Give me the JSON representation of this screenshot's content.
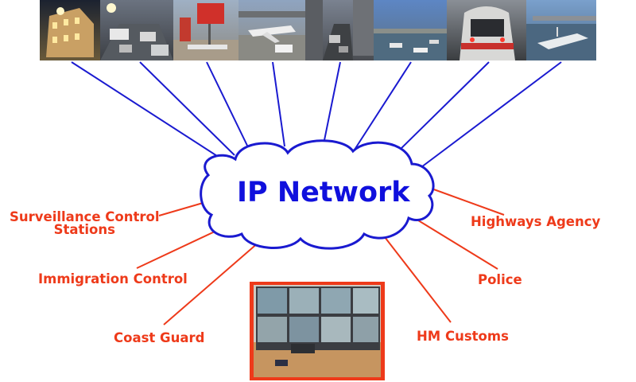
{
  "network": {
    "title": "IP Network"
  },
  "camera_strip": {
    "photos": [
      "lit-building-night-photo",
      "street-traffic-photo",
      "red-signpost-road-photo",
      "airport-aircraft-photo",
      "city-street-photo",
      "harbour-boats-photo",
      "underground-train-photo",
      "marina-boats-photo"
    ]
  },
  "agencies": {
    "surveillance": "Surveillance Control\nStations",
    "immigration": "Immigration Control",
    "coast_guard": "Coast Guard",
    "highways": "Highways Agency",
    "police": "Police",
    "customs": "HM Customs"
  },
  "control_room_photo": {
    "icon": "cctv-control-room-photo"
  },
  "colors": {
    "network_text": "#1010dd",
    "camera_links": "#1a1ad0",
    "agency_links": "#ee3a1a",
    "agency_text": "#ee3a1a",
    "photo_frame": "#ee3a1a"
  }
}
